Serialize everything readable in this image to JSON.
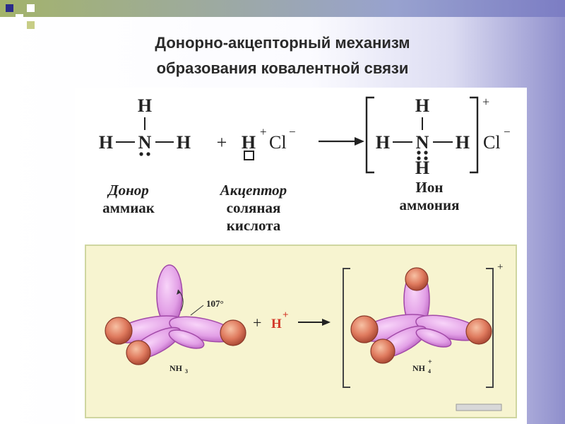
{
  "title_line1": "Донорно-акцепторный механизм",
  "title_line2": "образования ковалентной связи",
  "equation": {
    "H": "H",
    "N": "N",
    "plus": "+",
    "Cl": "Cl",
    "charge_plus": "+",
    "charge_minus": "−",
    "arrow": "→"
  },
  "labels": {
    "donor_1": "Донор",
    "donor_2": "аммиак",
    "acceptor_1": "Акцептор",
    "acceptor_2": "соляная",
    "acceptor_3": "кислота",
    "ion_1": "Ион",
    "ion_2": "аммония"
  },
  "orbital": {
    "angle": "107°",
    "proton_label": "H",
    "proton_charge": "+",
    "plus": "+",
    "nh3_label": "NH",
    "nh3_sub": "3",
    "nh4_label": "NH",
    "nh4_sub": "4",
    "nh4_charge": "+",
    "ion_charge": "+"
  },
  "colors": {
    "lobe": "#e3a0e6",
    "lobe_edge": "#a24aa8",
    "sphere": "#d96d52",
    "accent_red": "#d33a2a",
    "bracket": "#444444"
  }
}
